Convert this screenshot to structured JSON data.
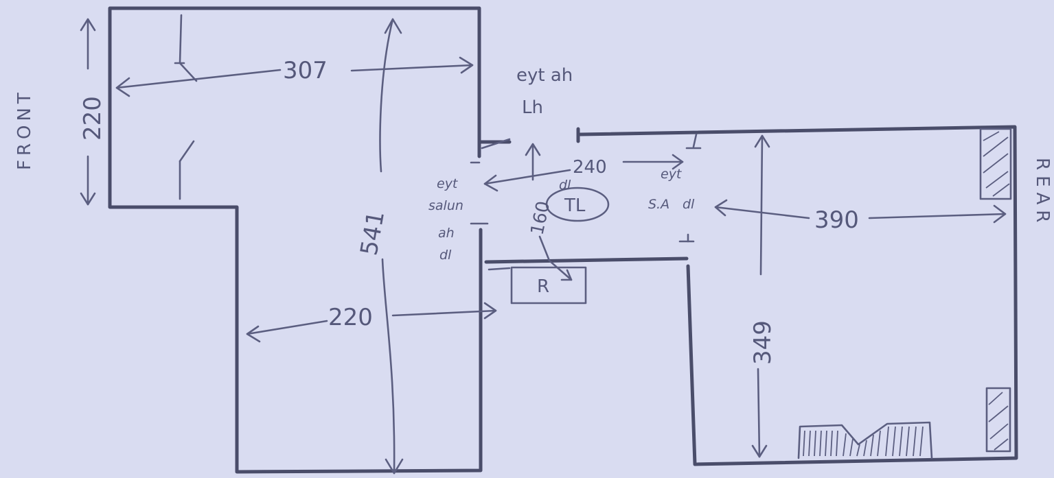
{
  "labels": {
    "front": "FRONT",
    "rear": "REAR",
    "dim_307": "307",
    "dim_220_top": "220",
    "dim_541": "541",
    "dim_220_bottom": "220",
    "dim_160": "160",
    "dim_160_unit": "dl",
    "dim_240": "240",
    "dim_390": "390",
    "dim_349": "349",
    "tl": "TL",
    "r": "R",
    "eyt_ah_line1": "eyt ah",
    "eyt_ah_line2": "Lh",
    "eyt_salon_1": "eyt",
    "eyt_salon_2": "salun",
    "eyt_salon_3": "ah",
    "eyt_salon_4": "dl",
    "eyt_sa_1": "eyt",
    "eyt_sa_2": "S.A",
    "eyt_sa_3": "dl"
  }
}
